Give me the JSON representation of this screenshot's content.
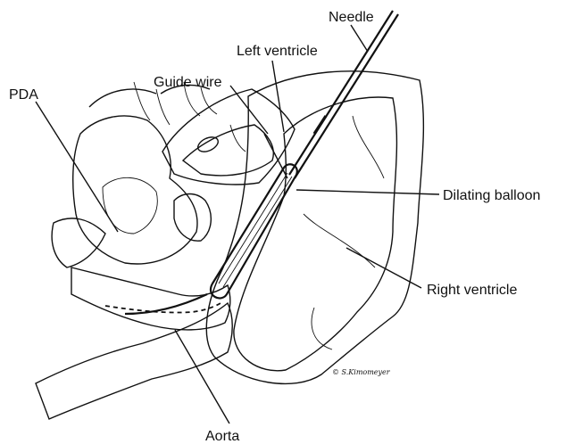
{
  "labels": {
    "needle": "Needle",
    "left_ventricle": "Left ventricle",
    "guide_wire": "Guide wire",
    "pda": "PDA",
    "dilating_balloon": "Dilating balloon",
    "right_ventricle": "Right ventricle",
    "aorta": "Aorta"
  },
  "signature": "© S.Kimomeyer",
  "colors": {
    "ink": "#111111",
    "paper": "#ffffff"
  }
}
